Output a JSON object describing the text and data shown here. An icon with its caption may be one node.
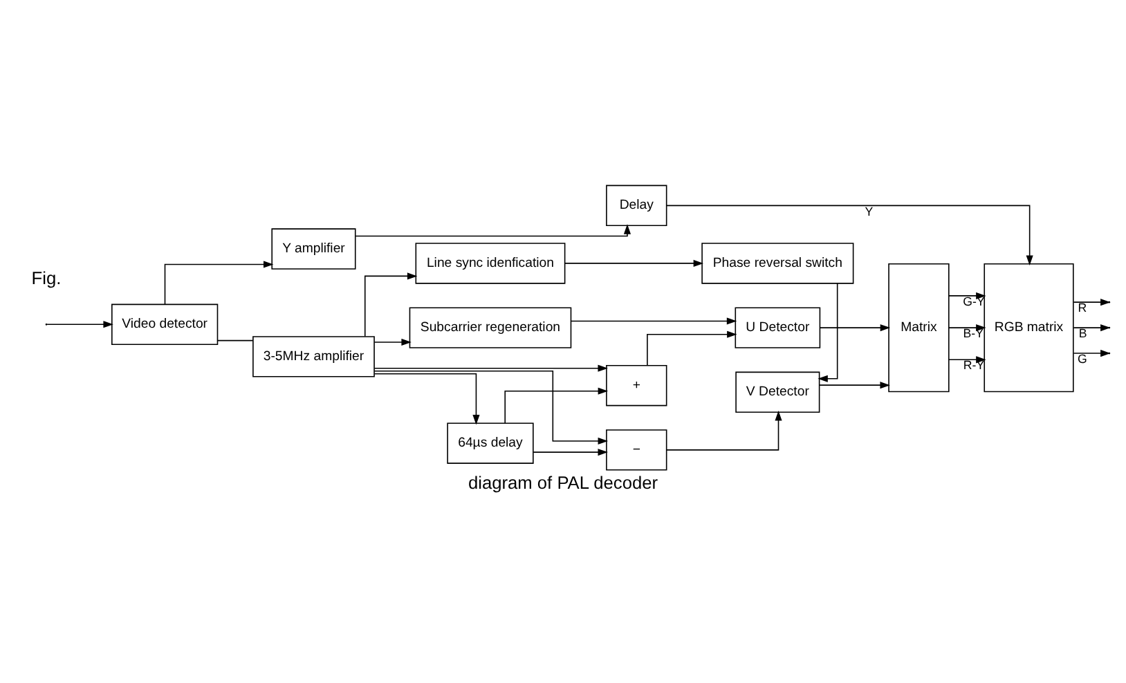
{
  "diagram": {
    "caption": "diagram of PAL decoder",
    "nodes": [
      {
        "text": [
          "Video detector"
        ]
      },
      {
        "text": [
          "Y amplifier"
        ]
      },
      {
        "text": [
          "Delay"
        ]
      },
      {
        "text": [
          "3-5MHz amplifier"
        ]
      },
      {
        "text": [
          "+"
        ]
      },
      {
        "text": [
          "64µs delay"
        ]
      },
      {
        "text": [
          "−"
        ]
      },
      {
        "text": [
          "U Detector"
        ]
      },
      {
        "text": [
          "V Detector"
        ]
      },
      {
        "text": [
          "Matrix"
        ]
      },
      {
        "text": [
          "RGB matrix"
        ]
      },
      {
        "text": [
          "Line sync idenfication"
        ]
      },
      {
        "text": [
          "Phase reversal switch"
        ]
      },
      {
        "text": [
          "Subcarrier regeneration"
        ]
      }
    ],
    "edges": [
      {
        "from": null,
        "to": 0,
        "arrow": "to"
      },
      {
        "from": 0,
        "to": 1,
        "arrow": "to"
      },
      {
        "from": 1,
        "to": 2,
        "arrow": "to"
      },
      {
        "from": 2,
        "to": 10,
        "arrow": "to",
        "label": "Y"
      },
      {
        "from": 0,
        "to": 3,
        "arrow": "none"
      },
      {
        "from": 3,
        "to": 4,
        "arrow": "to"
      },
      {
        "from": 3,
        "to": 5,
        "arrow": "to"
      },
      {
        "from": 5,
        "to": 4,
        "arrow": "to"
      },
      {
        "from": 5,
        "to": 6,
        "arrow": "to"
      },
      {
        "from": 3,
        "to": 6,
        "arrow": "to"
      },
      {
        "from": 4,
        "to": 7,
        "arrow": "to"
      },
      {
        "from": 6,
        "to": 8,
        "arrow": "to"
      },
      {
        "from": 7,
        "to": 9,
        "arrow": "to"
      },
      {
        "from": 8,
        "to": 9,
        "arrow": "to"
      },
      {
        "from": 9,
        "to": 10,
        "arrow": "to",
        "label": "R-Y"
      },
      {
        "from": 9,
        "to": 10,
        "arrow": "to",
        "label": "B-Y"
      },
      {
        "from": 9,
        "to": 10,
        "arrow": "to",
        "label": "G-Y"
      },
      {
        "from": 10,
        "to": null,
        "arrow": "to",
        "label": "R"
      },
      {
        "from": 10,
        "to": null,
        "arrow": "to",
        "label": "B"
      },
      {
        "from": 10,
        "to": null,
        "arrow": "to",
        "label": "G"
      },
      {
        "from": 3,
        "to": 11,
        "arrow": "to"
      },
      {
        "from": 3,
        "to": 13,
        "arrow": "to"
      },
      {
        "from": 11,
        "to": 12,
        "arrow": "to"
      },
      {
        "from": 12,
        "to": 8,
        "arrow": "to"
      },
      {
        "from": 13,
        "to": 7,
        "arrow": "to"
      }
    ],
    "labels": [
      "Fig."
    ]
  }
}
